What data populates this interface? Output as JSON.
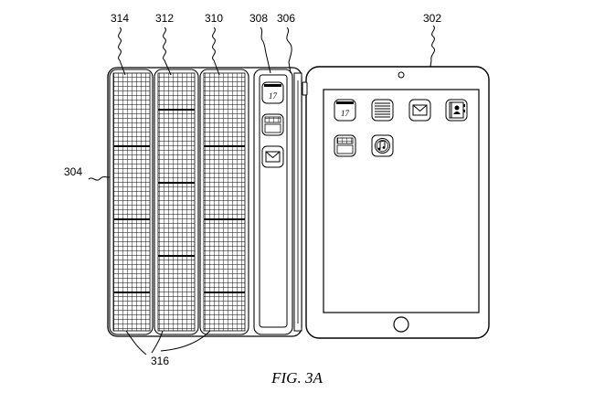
{
  "figure": {
    "caption": "FIG. 3A",
    "reference_numerals": {
      "device": "302",
      "cover": "304",
      "segment_a": "306",
      "segment_b": "308",
      "segment_c": "310",
      "segment_d": "312",
      "segment_e": "314",
      "display_regions": "316"
    },
    "calendar_day": "17"
  }
}
